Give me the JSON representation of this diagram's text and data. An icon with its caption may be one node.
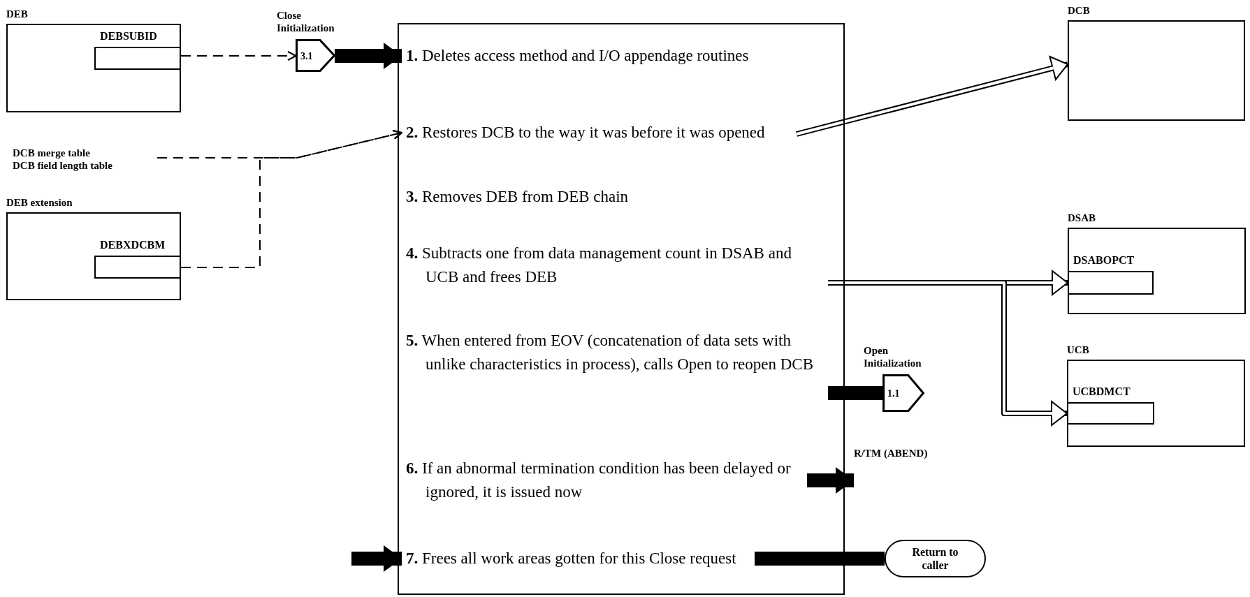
{
  "diagram": {
    "nodes": [
      {
        "text": [
          "DEB"
        ]
      },
      {
        "text": [
          "DEBSUBID"
        ],
        "in": 0
      },
      {
        "text": [
          "DCB merge table",
          "DCB field length table"
        ]
      },
      {
        "text": [
          "DEB extension"
        ]
      },
      {
        "text": [
          "DEBXDCBM"
        ],
        "in": 3
      },
      {
        "text": [
          "3.1"
        ],
        "beside": [
          "Close Initialization"
        ]
      },
      {
        "text": [],
        "shape": "box"
      },
      {
        "text": [
          "**1.** Deletes access method and I/O appendage routines"
        ],
        "in": 6
      },
      {
        "text": [
          "**2.** Restores DCB to the way it was before it was opened"
        ],
        "in": 6
      },
      {
        "text": [
          "**3.** Removes DEB from DEB chain"
        ],
        "in": 6
      },
      {
        "text": [
          "**4.** Subtracts one from data management count in DSAB and UCB and frees DEB"
        ],
        "in": 6
      },
      {
        "text": [
          "**5.** When entered from EOV (concatenation of data sets with unlike characteristics in process), calls Open to reopen DCB"
        ],
        "in": 6
      },
      {
        "text": [
          "**6.** If an abnormal termination condition has been delayed or ignored, it is issued now"
        ],
        "in": 6
      },
      {
        "text": [
          "**7.** Frees all work areas gotten for this Close request"
        ],
        "in": 6
      },
      {
        "text": [
          "DCB"
        ]
      },
      {
        "text": [
          "DSAB"
        ]
      },
      {
        "text": [
          "DSABOPCT"
        ],
        "in": 15
      },
      {
        "text": [
          "UCB"
        ]
      },
      {
        "text": [
          "UCBDMCT"
        ],
        "in": 17
      },
      {
        "text": [
          "1.1"
        ],
        "beside": [
          "Open Initialization"
        ]
      },
      {
        "text": [
          "R/TM (ABEND)"
        ]
      },
      {
        "text": [
          "Return to caller"
        ]
      }
    ],
    "edges": [
      {
        "from": 1,
        "to": 5,
        "arrow": "to",
        "style": "dashed"
      },
      {
        "from": 5,
        "to": 7,
        "arrow": "to",
        "style": "thick"
      },
      {
        "from": 2,
        "to": 8,
        "arrow": "to",
        "style": "dashed"
      },
      {
        "from": 4,
        "to": 8,
        "arrow": "to",
        "style": "dashed"
      },
      {
        "from": 8,
        "to": 14,
        "arrow": "to"
      },
      {
        "from": 10,
        "to": 16,
        "arrow": "to"
      },
      {
        "from": 10,
        "to": 18,
        "arrow": "to"
      },
      {
        "from": 11,
        "to": 19,
        "arrow": "none",
        "style": "thick"
      },
      {
        "from": 12,
        "to": 20,
        "arrow": "to",
        "style": "thick"
      },
      {
        "from": 13,
        "to": 21,
        "arrow": "none",
        "style": "thick"
      },
      {
        "from": null,
        "to": 13,
        "arrow": "to",
        "style": "thick"
      }
    ]
  }
}
